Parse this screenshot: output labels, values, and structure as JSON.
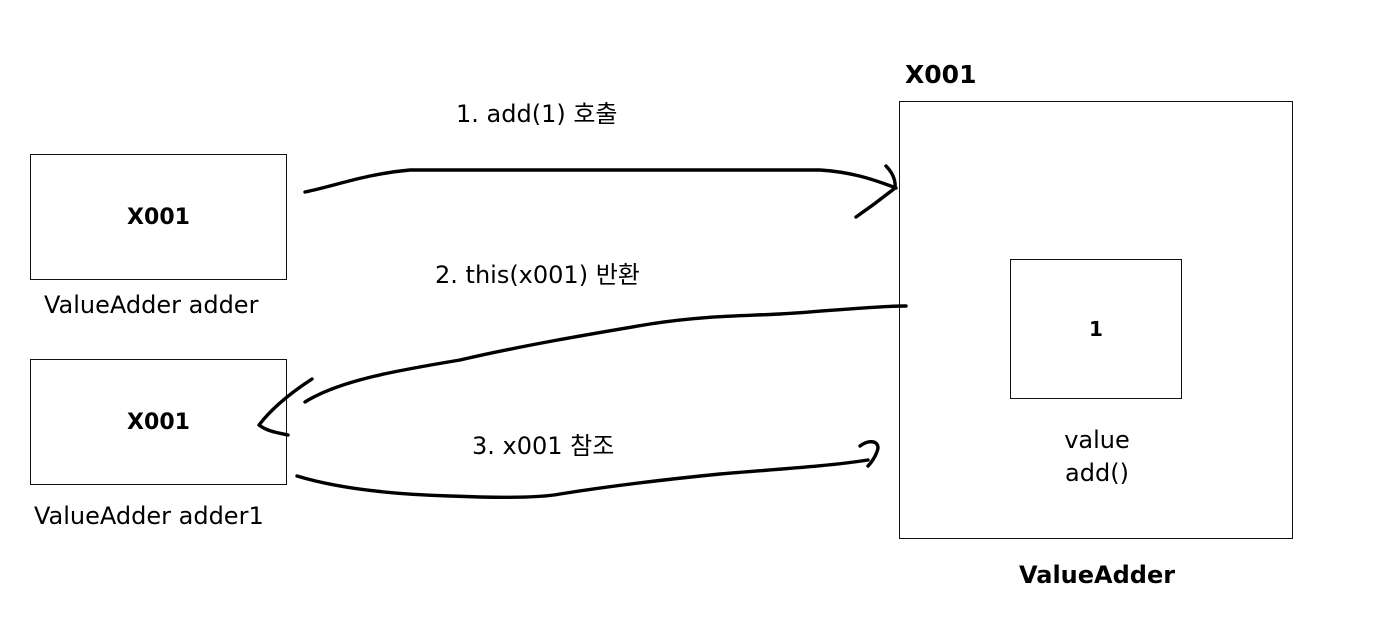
{
  "references": [
    {
      "value": "X001",
      "caption": "ValueAdder adder"
    },
    {
      "value": "X001",
      "caption": "ValueAdder adder1"
    }
  ],
  "instance": {
    "address": "X001",
    "class_name": "ValueAdder",
    "field_value": "1",
    "field_name": "value",
    "method_name": "add()"
  },
  "steps": [
    {
      "label": "1. add(1) 호출"
    },
    {
      "label": "2. this(x001) 반환"
    },
    {
      "label": "3. x001 참조"
    }
  ]
}
